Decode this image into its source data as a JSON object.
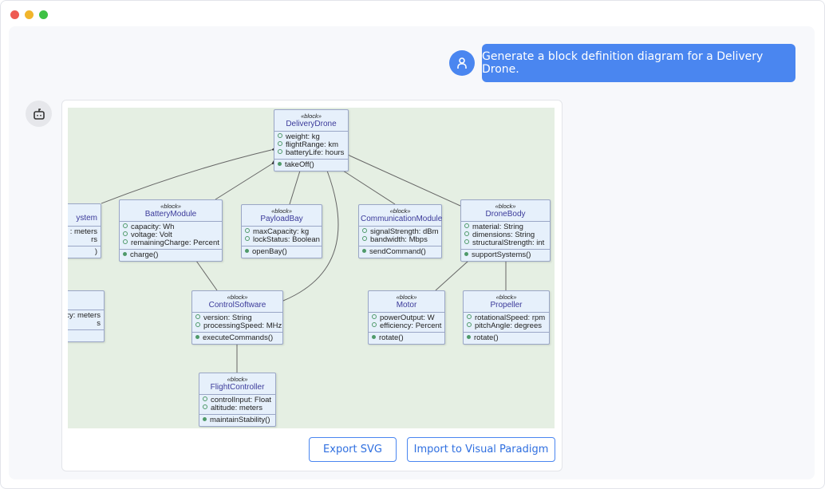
{
  "window": {
    "controls": {
      "close": "#ee5a52",
      "minimize": "#f1b52c",
      "maximize": "#3ec144"
    }
  },
  "chat": {
    "user_message": "Generate a block definition diagram for a Delivery Drone.",
    "user_avatar_icon": "user-icon",
    "bot_avatar_icon": "robot-icon"
  },
  "diagram": {
    "stereotype": "«block»",
    "blocks": {
      "delivery_drone": {
        "name": "DeliveryDrone",
        "attrs": [
          "weight: kg",
          "flightRange: km",
          "batteryLife: hours"
        ],
        "ops": [
          "takeOff()"
        ]
      },
      "partial_system": {
        "name": "ystem",
        "attrs": [
          ": meters",
          "rs"
        ],
        "ops": [
          ")"
        ]
      },
      "battery": {
        "name": "BatteryModule",
        "attrs": [
          "capacity: Wh",
          "voltage: Volt",
          "remainingCharge: Percent"
        ],
        "ops": [
          "charge()"
        ]
      },
      "payload": {
        "name": "PayloadBay",
        "attrs": [
          "maxCapacity: kg",
          "lockStatus: Boolean"
        ],
        "ops": [
          "openBay()"
        ]
      },
      "comm": {
        "name": "CommunicationModule",
        "attrs": [
          "signalStrength: dBm",
          "bandwidth: Mbps"
        ],
        "ops": [
          "sendCommand()"
        ]
      },
      "body": {
        "name": "DroneBody",
        "attrs": [
          "material: String",
          "dimensions: String",
          "structuralStrength: int"
        ],
        "ops": [
          "supportSystems()"
        ]
      },
      "partial_second": {
        "attrs": [
          "cy: meters",
          "s"
        ]
      },
      "control": {
        "name": "ControlSoftware",
        "attrs": [
          "version: String",
          "processingSpeed: MHz"
        ],
        "ops": [
          "executeCommands()"
        ]
      },
      "motor": {
        "name": "Motor",
        "attrs": [
          "powerOutput: W",
          "efficiency: Percent"
        ],
        "ops": [
          "rotate()"
        ]
      },
      "propeller": {
        "name": "Propeller",
        "attrs": [
          "rotationalSpeed: rpm",
          "pitchAngle: degrees"
        ],
        "ops": [
          "rotate()"
        ]
      },
      "flight": {
        "name": "FlightController",
        "attrs": [
          "controlInput: Float",
          "altitude: meters"
        ],
        "ops": [
          "maintainStability()"
        ]
      }
    }
  },
  "actions": {
    "export_svg": "Export SVG",
    "import_vp": "Import to Visual Paradigm"
  }
}
